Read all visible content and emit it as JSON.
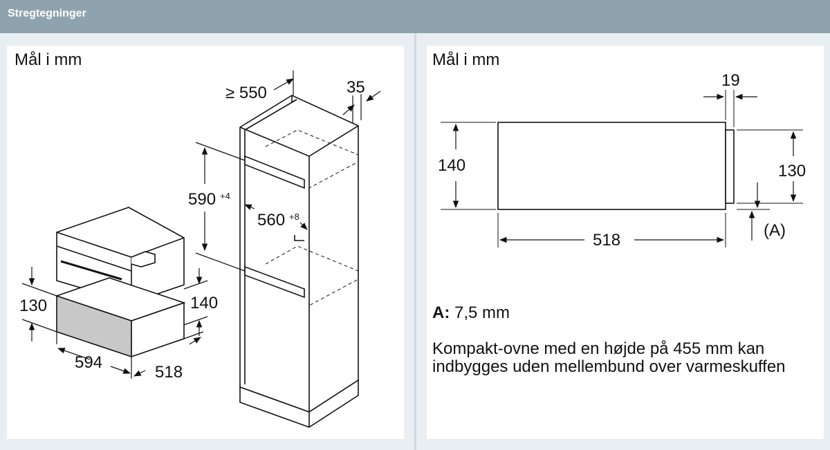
{
  "header": {
    "title": "Stregtegninger"
  },
  "left_panel": {
    "caption": "Mål i mm",
    "dims": {
      "cabinet_depth": "≥ 550",
      "cabinet_back": "35",
      "niche_height_base": "590",
      "niche_height_sup": "+4",
      "niche_width_base": "560",
      "niche_width_sup": "+8",
      "drawer_height_left": "130",
      "drawer_height_right": "140",
      "drawer_width": "594",
      "drawer_depth": "518"
    }
  },
  "right_panel": {
    "caption": "Mål i mm",
    "dims": {
      "front": "19",
      "height": "140",
      "inner_height": "130",
      "depth": "518",
      "a_label": "(A)"
    },
    "note_a_key": "A:",
    "note_a_value": "7,5 mm",
    "note_text": "Kompakt-ovne med en højde på 455 mm kan indbygges uden mellembund over varmeskuffen"
  }
}
